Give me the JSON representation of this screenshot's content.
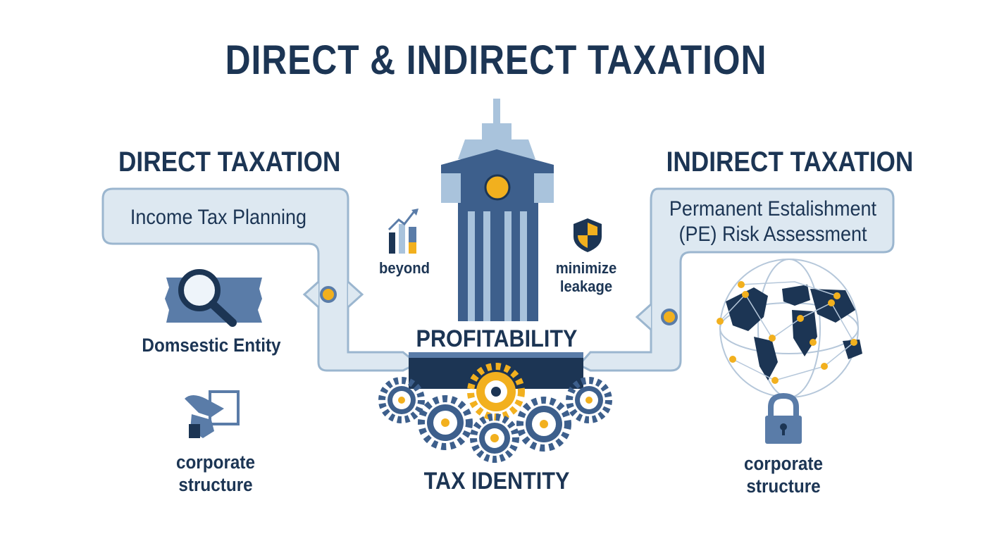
{
  "title": "DIRECT & INDIRECT TAXATION",
  "direct": {
    "heading": "DIRECT TAXATION",
    "box_text": "Income Tax Planning",
    "item1_label": "Domsestic Entity",
    "item2_label": "corporate structure"
  },
  "indirect": {
    "heading": "INDIRECT TAXATION",
    "box_line1": "Permanent Estalishment",
    "box_line2": "(PE) Risk Assessment",
    "item_label": "corporate structure"
  },
  "center": {
    "left_badge_label": "beyond",
    "right_badge_label": "minimize leakage",
    "platform_label": "PROFITABILITY",
    "bottom_label": "TAX IDENTITY"
  },
  "colors": {
    "navy": "#1c3554",
    "steel_blue": "#5a7ca8",
    "light_blue": "#a9c3dc",
    "pale_blue": "#dde8f1",
    "gold": "#f2b01e"
  },
  "icons": [
    "magnifier-icon",
    "handshake-icon",
    "bar-chart-icon",
    "shield-icon",
    "globe-network-icon",
    "padlock-icon",
    "gears-icon",
    "tower-icon"
  ]
}
